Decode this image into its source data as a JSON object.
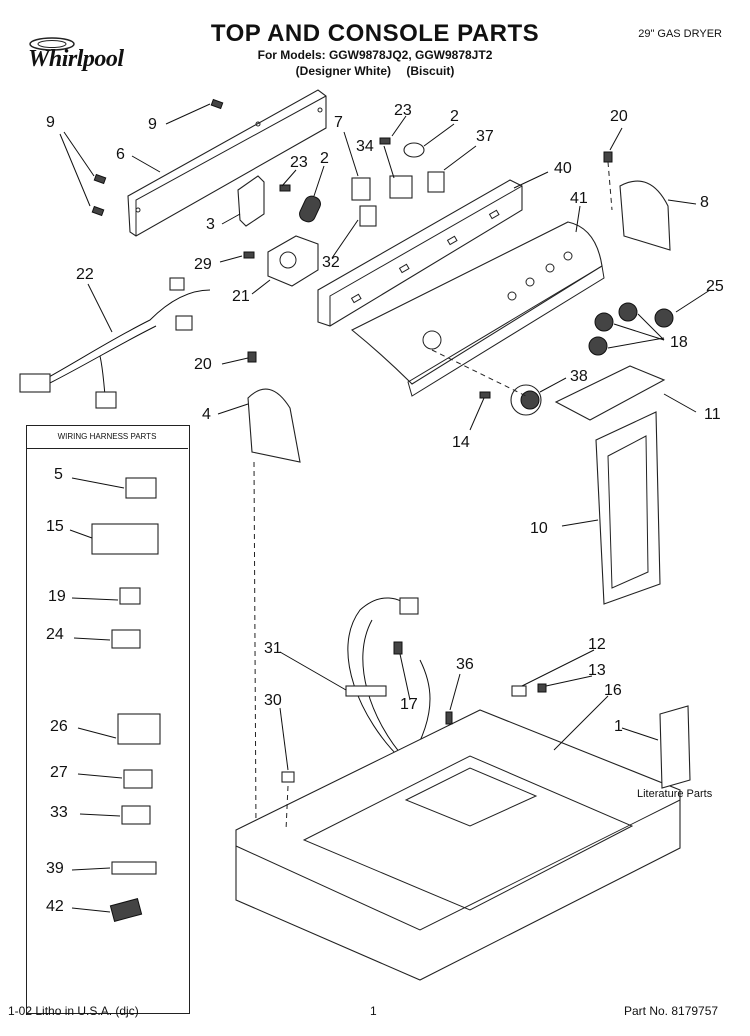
{
  "header": {
    "brand": "Whirlpool",
    "title": "TOP AND CONSOLE PARTS",
    "models": "For Models: GGW9878JQ2, GGW9878JT2",
    "variants": [
      "(Designer White)",
      "(Biscuit)"
    ],
    "dryer_type": "29\" GAS DRYER"
  },
  "callouts": {
    "c1": "1",
    "c2a": "2",
    "c2b": "2",
    "c3": "3",
    "c4": "4",
    "c5": "5",
    "c6": "6",
    "c7": "7",
    "c8": "8",
    "c9a": "9",
    "c9b": "9",
    "c10": "10",
    "c11": "11",
    "c12": "12",
    "c13": "13",
    "c14": "14",
    "c15": "15",
    "c16": "16",
    "c17": "17",
    "c18": "18",
    "c19": "19",
    "c20a": "20",
    "c20b": "20",
    "c21": "21",
    "c22": "22",
    "c23a": "23",
    "c23b": "23",
    "c24": "24",
    "c25": "25",
    "c26": "26",
    "c27": "27",
    "c29": "29",
    "c30": "30",
    "c31": "31",
    "c32": "32",
    "c33": "33",
    "c34": "34",
    "c36": "36",
    "c37": "37",
    "c38": "38",
    "c39": "39",
    "c40": "40",
    "c41": "41",
    "c42": "42"
  },
  "harness_box": {
    "title": "WIRING HARNESS PARTS"
  },
  "literature_label": "Literature Parts",
  "footer": {
    "left": "1-02 Litho in U.S.A. (djc)",
    "page": "1",
    "part_no": "Part No. 8179757"
  }
}
